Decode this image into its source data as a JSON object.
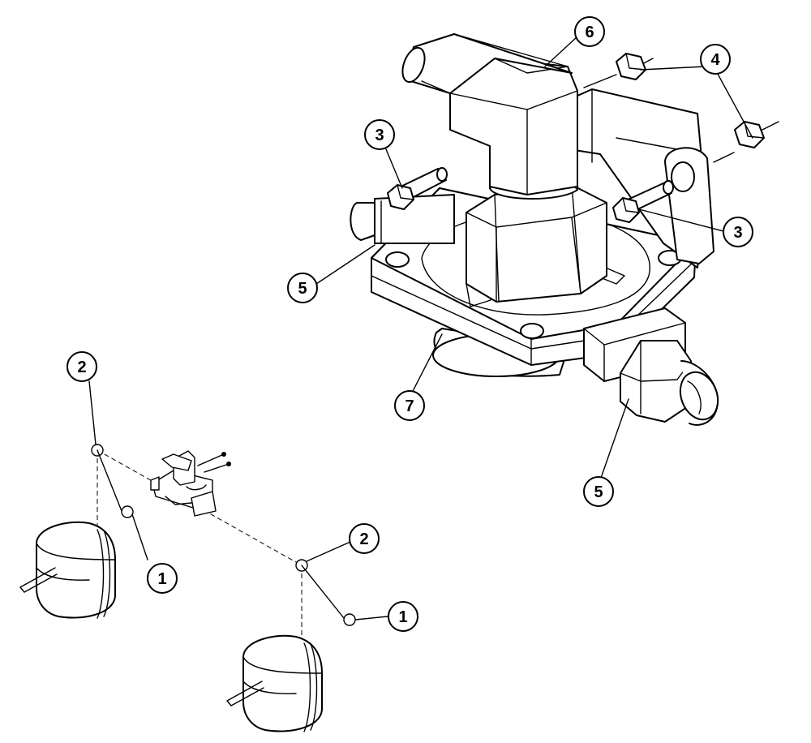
{
  "callouts": [
    {
      "id": "c1a",
      "label": "1"
    },
    {
      "id": "c1b",
      "label": "1"
    },
    {
      "id": "c2a",
      "label": "2"
    },
    {
      "id": "c2b",
      "label": "2"
    },
    {
      "id": "c3a",
      "label": "3"
    },
    {
      "id": "c3b",
      "label": "3"
    },
    {
      "id": "c4",
      "label": "4"
    },
    {
      "id": "c5a",
      "label": "5"
    },
    {
      "id": "c5b",
      "label": "5"
    },
    {
      "id": "c6",
      "label": "6"
    },
    {
      "id": "c7",
      "label": "7"
    }
  ]
}
